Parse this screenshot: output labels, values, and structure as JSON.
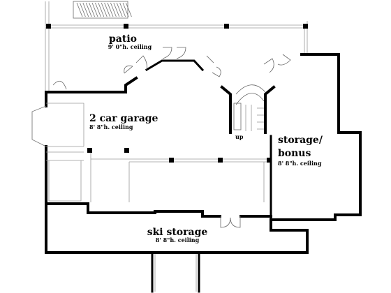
{
  "rooms": {
    "patio": {
      "name": "patio",
      "ceiling": "9' 0\"h. ceiling"
    },
    "garage": {
      "name": "2 car garage",
      "ceiling": "8' 8\"h. ceiling"
    },
    "storage": {
      "name_line1": "storage/",
      "name_line2": "bonus",
      "ceiling": "8' 8\"h. ceiling"
    },
    "ski": {
      "name": "ski storage",
      "ceiling": "8' 8\"h. ceiling"
    }
  },
  "stair": {
    "direction": "up"
  },
  "colors": {
    "wall": "#000000",
    "thin_line": "#9a9a9a",
    "background": "#ffffff"
  }
}
